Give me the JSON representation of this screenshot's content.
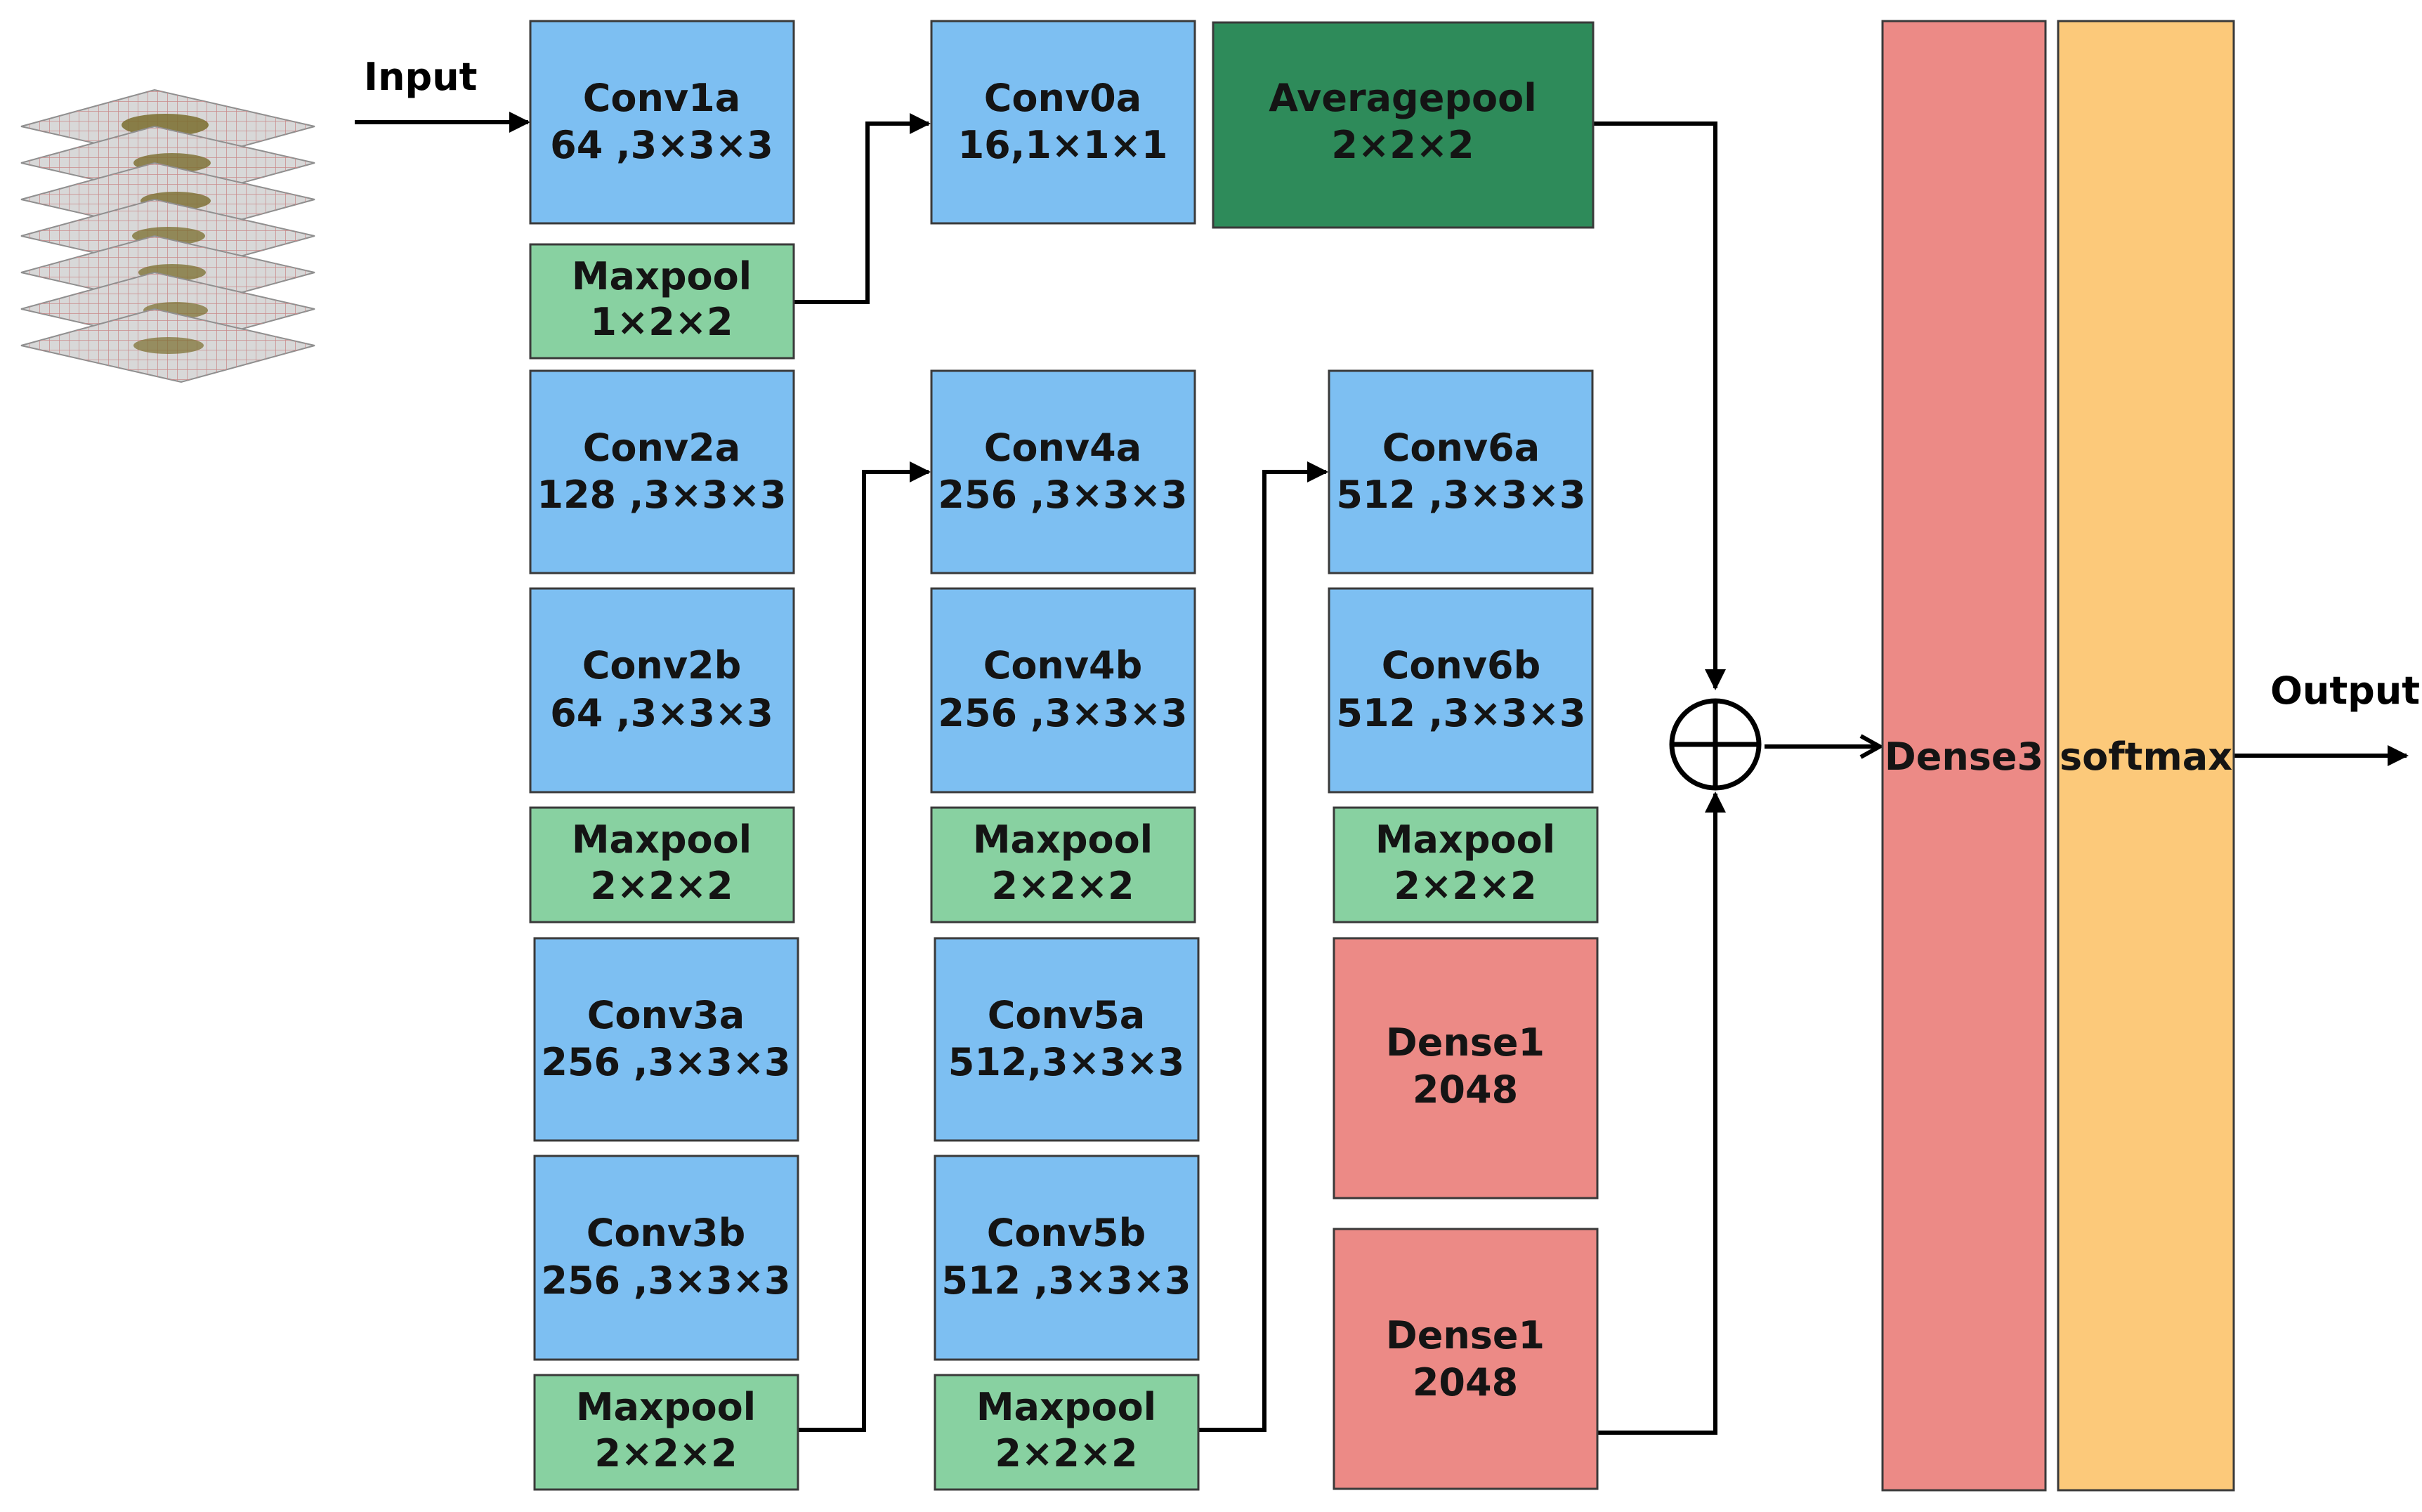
{
  "labels": {
    "input": "Input",
    "output": "Output"
  },
  "colors": {
    "conv": "#7dbff2",
    "maxpool": "#88d1a1",
    "averagepool": "#2e8b5a",
    "dense": "#ec8a86",
    "softmax": "#fcc97a"
  },
  "blocks": {
    "conv1a": {
      "name": "Conv1a",
      "params": "64 ,3×3×3"
    },
    "maxpool1": {
      "name": "Maxpool",
      "params": "1×2×2"
    },
    "conv2a": {
      "name": "Conv2a",
      "params": "128 ,3×3×3"
    },
    "conv2b": {
      "name": "Conv2b",
      "params": "64 ,3×3×3"
    },
    "maxpool2": {
      "name": "Maxpool",
      "params": "2×2×2"
    },
    "conv3a": {
      "name": "Conv3a",
      "params": "256 ,3×3×3"
    },
    "conv3b": {
      "name": "Conv3b",
      "params": "256 ,3×3×3"
    },
    "maxpool3": {
      "name": "Maxpool",
      "params": "2×2×2"
    },
    "conv0a": {
      "name": "Conv0a",
      "params": "16,1×1×1"
    },
    "conv4a": {
      "name": "Conv4a",
      "params": "256 ,3×3×3"
    },
    "conv4b": {
      "name": "Conv4b",
      "params": "256 ,3×3×3"
    },
    "maxpool4": {
      "name": "Maxpool",
      "params": "2×2×2"
    },
    "conv5a": {
      "name": "Conv5a",
      "params": "512,3×3×3"
    },
    "conv5b": {
      "name": "Conv5b",
      "params": "512 ,3×3×3"
    },
    "maxpool5": {
      "name": "Maxpool",
      "params": "2×2×2"
    },
    "averagepool": {
      "name": "Averagepool",
      "params": "2×2×2"
    },
    "conv6a": {
      "name": "Conv6a",
      "params": "512 ,3×3×3"
    },
    "conv6b": {
      "name": "Conv6b",
      "params": "512 ,3×3×3"
    },
    "maxpool6": {
      "name": "Maxpool",
      "params": "2×2×2"
    },
    "dense1_top": {
      "name": "Dense1",
      "params": "2048"
    },
    "dense1_bottom": {
      "name": "Dense1",
      "params": "2048"
    },
    "dense3": {
      "name": "Dense3"
    },
    "softmax": {
      "name": "softmax"
    }
  }
}
